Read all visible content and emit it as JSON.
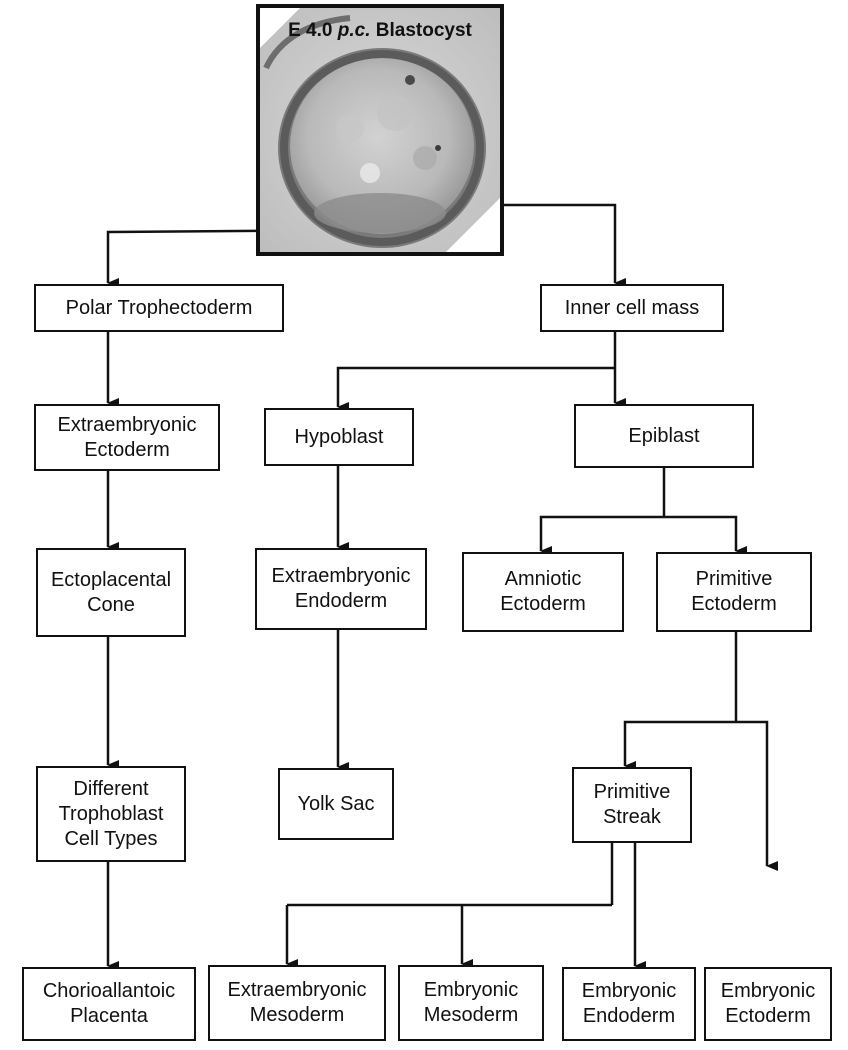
{
  "colors": {
    "line": "#111111",
    "box_border": "#111111",
    "background": "#ffffff"
  },
  "blastocyst": {
    "stage_label": "E 4.0",
    "stage_abbrev": "p.c.",
    "label": "Blastocyst"
  },
  "nodes": {
    "polar_trophectoderm": "Polar Trophectoderm",
    "inner_cell_mass": "Inner cell mass",
    "extraembryonic_ectoderm": "Extraembryonic\nEctoderm",
    "hypoblast": "Hypoblast",
    "epiblast": "Epiblast",
    "ectoplacental_cone": "Ectoplacental\nCone",
    "extraembryonic_endoderm": "Extraembryonic\nEndoderm",
    "amniotic_ectoderm": "Amniotic\nEctoderm",
    "primitive_ectoderm": "Primitive\nEctoderm",
    "trophoblast_types": "Different\nTrophoblast\nCell  Types",
    "yolk_sac": "Yolk Sac",
    "primitive_streak": "Primitive\nStreak",
    "chorioallantoic_placenta": "Chorioallantoic\nPlacenta",
    "extraembryonic_mesoderm": "Extraembryonic\nMesoderm",
    "embryonic_mesoderm": "Embryonic\nMesoderm",
    "embryonic_endoderm": "Embryonic\nEndoderm",
    "embryonic_ectoderm": "Embryonic\nEctoderm"
  }
}
